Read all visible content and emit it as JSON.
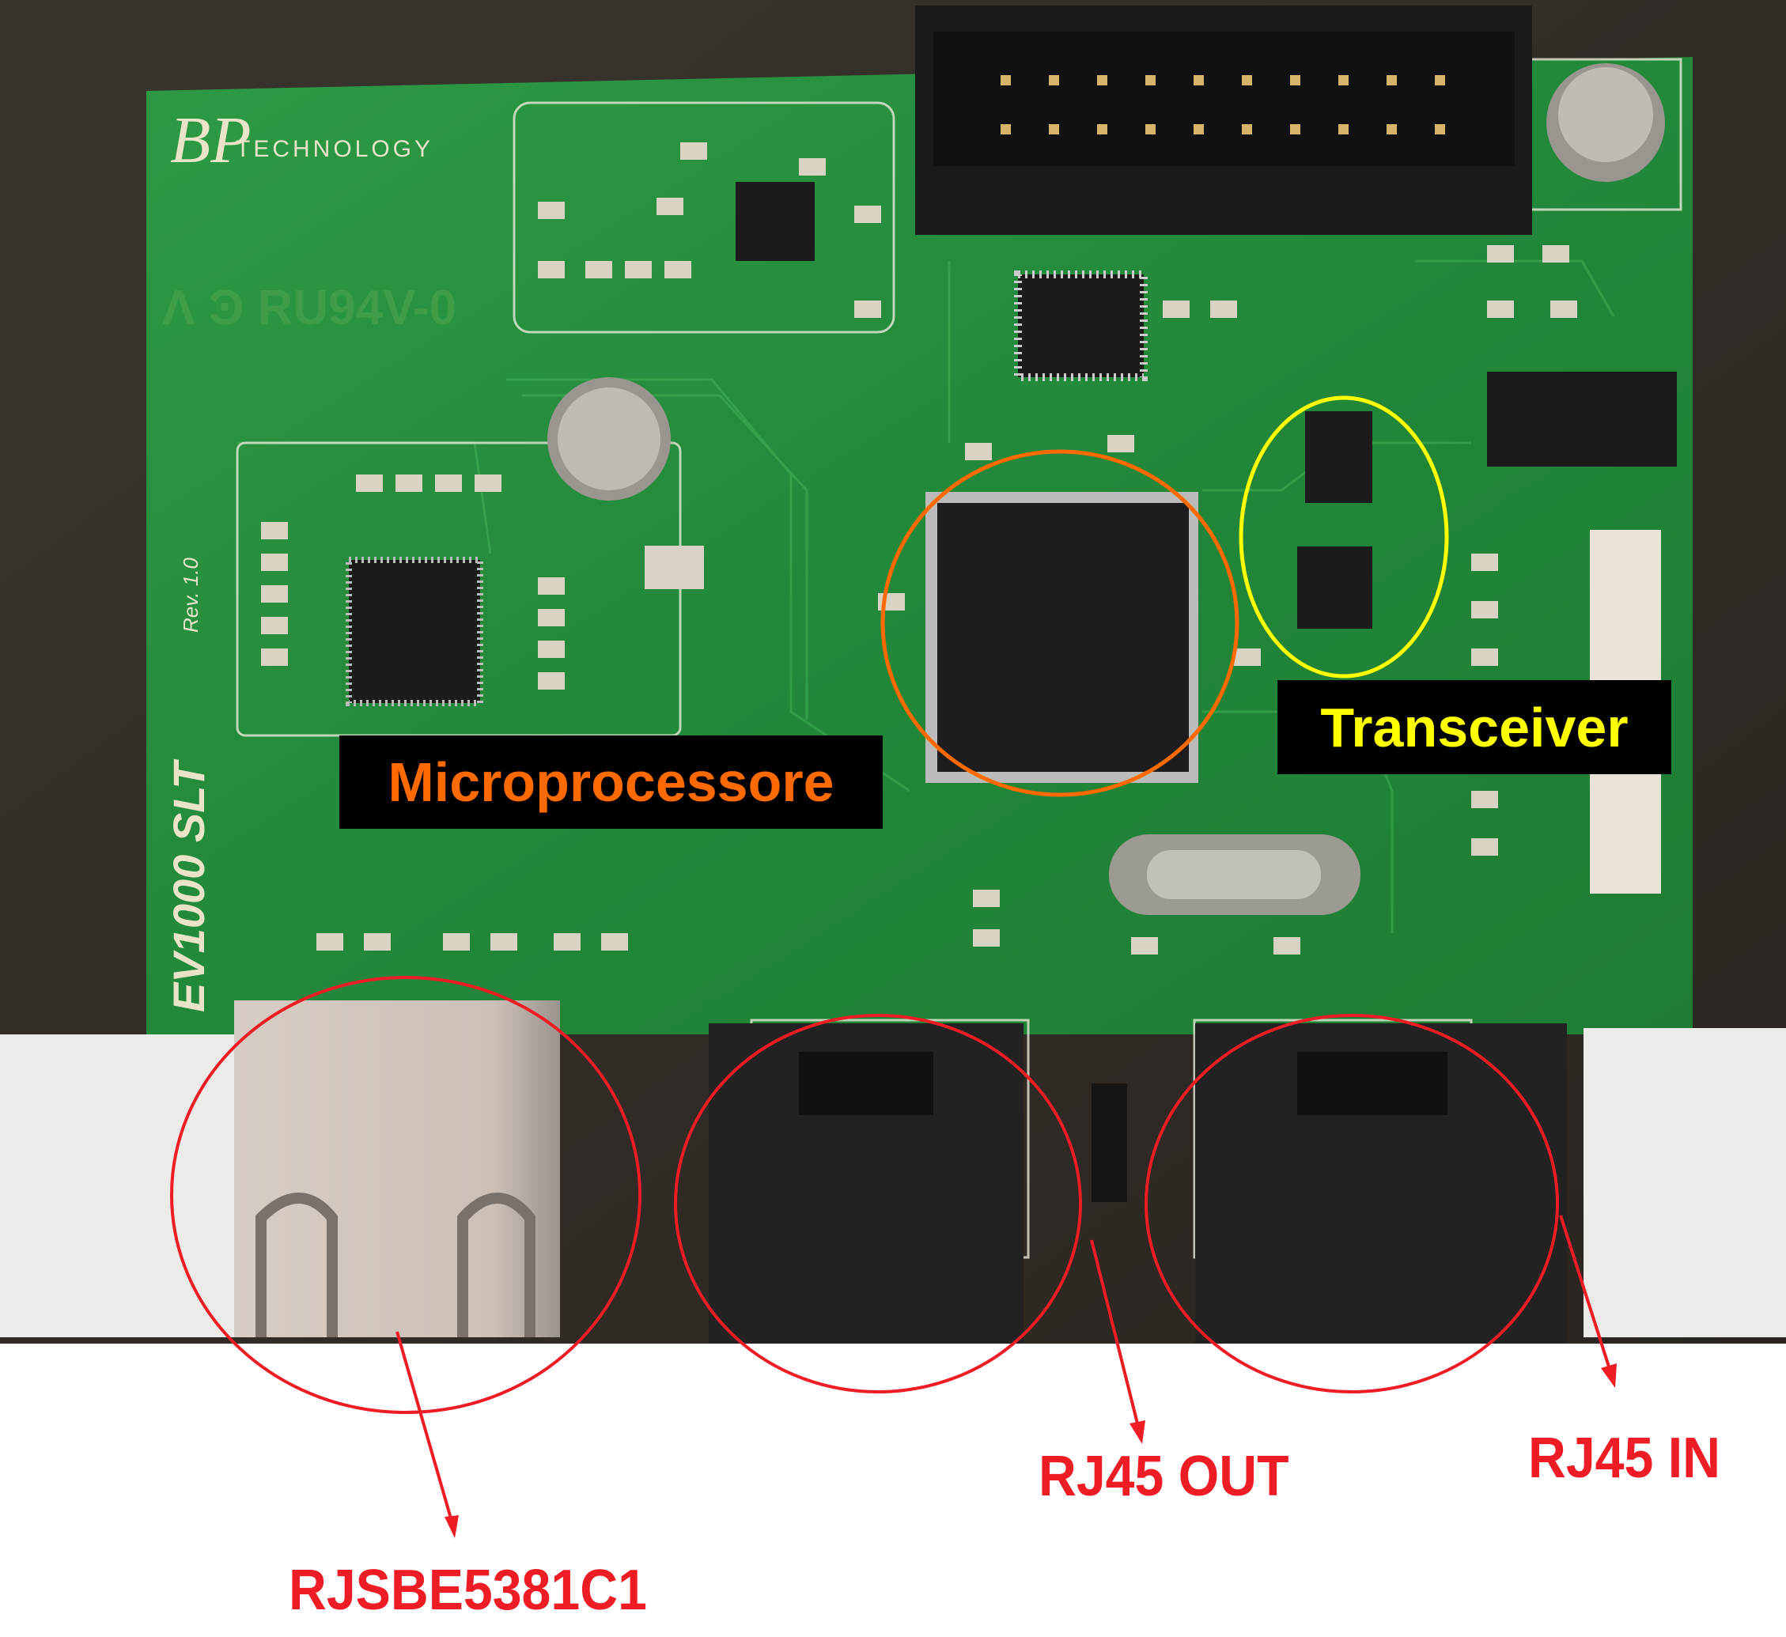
{
  "photo": {
    "board_logo": "BP TECHNOLOGY",
    "board_model": "EV1000 SLT",
    "board_revision": "Rev. 1.0"
  },
  "annotations": {
    "microprocessor": {
      "label": "Microprocessore",
      "color": "#ff6a00"
    },
    "transceiver": {
      "label": "Transceiver",
      "color": "#ffff00"
    },
    "ethernet_jack": {
      "label": "RJSBE5381C1",
      "color": "#ee1c24"
    },
    "rj45_out": {
      "label": "RJ45 OUT",
      "color": "#ee1c24"
    },
    "rj45_in": {
      "label": "RJ45 IN",
      "color": "#ee1c24"
    }
  }
}
